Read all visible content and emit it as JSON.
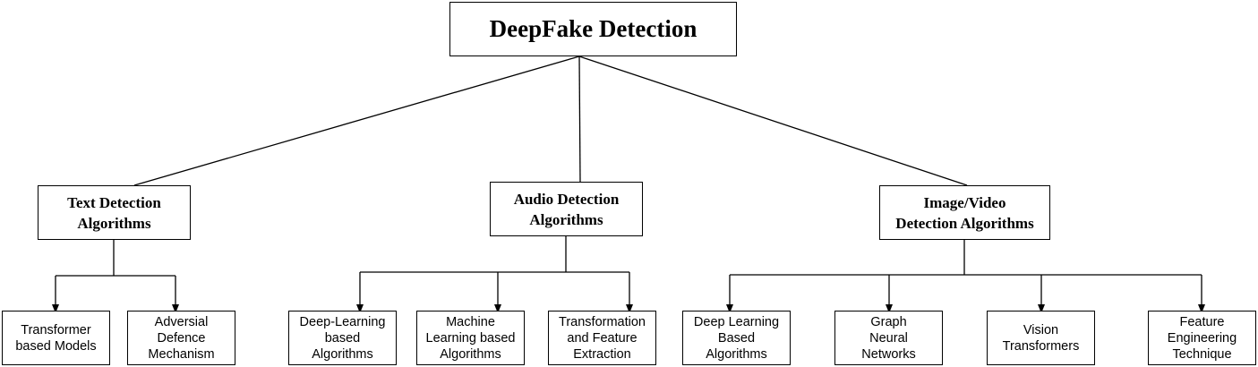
{
  "root": {
    "label": "DeepFake Detection"
  },
  "categories": [
    {
      "label": "Text Detection\nAlgorithms",
      "children": [
        {
          "label": "Transformer\nbased Models"
        },
        {
          "label": "Adversial\nDefence\nMechanism"
        }
      ]
    },
    {
      "label": "Audio Detection\nAlgorithms",
      "children": [
        {
          "label": "Deep-Learning\nbased\nAlgorithms"
        },
        {
          "label": "Machine\nLearning based\nAlgorithms"
        },
        {
          "label": "Transformation\nand Feature\nExtraction"
        }
      ]
    },
    {
      "label": "Image/Video\nDetection Algorithms",
      "children": [
        {
          "label": "Deep Learning\nBased\nAlgorithms"
        },
        {
          "label": "Graph\nNeural\nNetworks"
        },
        {
          "label": "Vision\nTransformers"
        },
        {
          "label": "Feature\nEngineering\nTechnique"
        }
      ]
    }
  ]
}
